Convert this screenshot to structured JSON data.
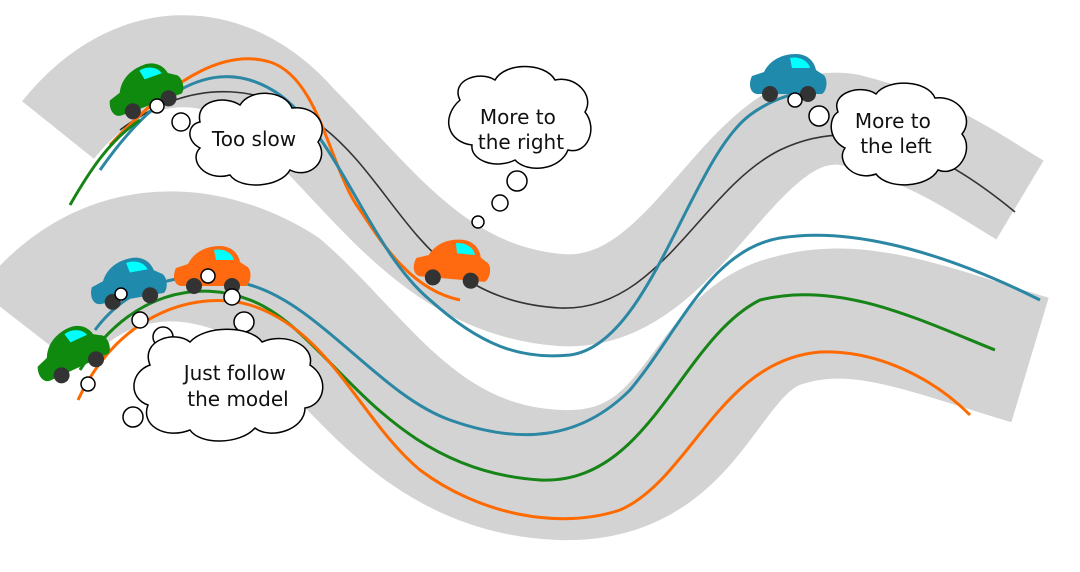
{
  "colors": {
    "road": "#d3d3d3",
    "background": "#ffffff",
    "reference_line": "#333333",
    "orange": "#ff6a00",
    "teal": "#2b87a3",
    "green": "#178417",
    "car_orange": "#ff6a10",
    "car_teal": "#1f8aac",
    "car_green": "#0f8a0f",
    "window": "#00ffff",
    "wheel": "#333333",
    "bubble_fill": "#ffffff",
    "bubble_stroke": "#000000"
  },
  "top_road": {
    "bubbles": {
      "too_slow": "Too slow",
      "more_right": [
        "More to",
        "the right"
      ],
      "more_left": [
        "More to",
        "the left"
      ]
    },
    "cars": [
      "green",
      "orange",
      "teal"
    ]
  },
  "bottom_road": {
    "bubble": [
      "Just follow",
      "the model"
    ],
    "cars": [
      "teal",
      "orange",
      "green"
    ]
  }
}
